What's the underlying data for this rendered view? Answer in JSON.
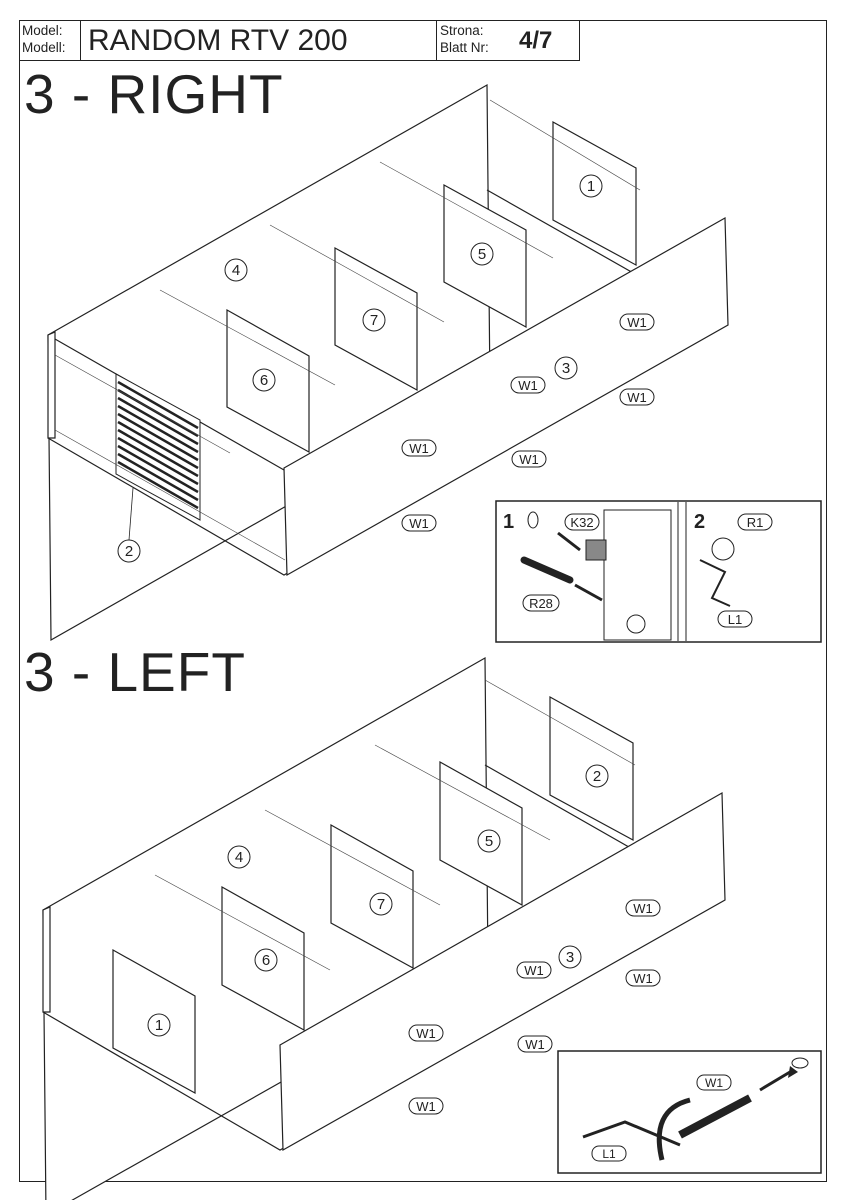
{
  "header": {
    "model_label_1": "Model:",
    "model_label_2": "Modell:",
    "model_name": "RANDOM RTV 200",
    "page_label_1": "Strona:",
    "page_label_2": "Blatt Nr:",
    "page_number": "4/7"
  },
  "right_section": {
    "title": "3 - RIGHT",
    "parts": [
      "1",
      "2",
      "3",
      "4",
      "5",
      "6",
      "7"
    ],
    "fastener_label": "W1"
  },
  "detail_cam": {
    "step1": "1",
    "step2": "2",
    "k32": "K32",
    "r28": "R28",
    "r1": "R1",
    "l1": "L1"
  },
  "left_section": {
    "title": "3 - LEFT",
    "parts": [
      "1",
      "2",
      "3",
      "4",
      "5",
      "6",
      "7"
    ],
    "fastener_label": "W1"
  },
  "detail_screw": {
    "w1": "W1",
    "l1": "L1"
  }
}
